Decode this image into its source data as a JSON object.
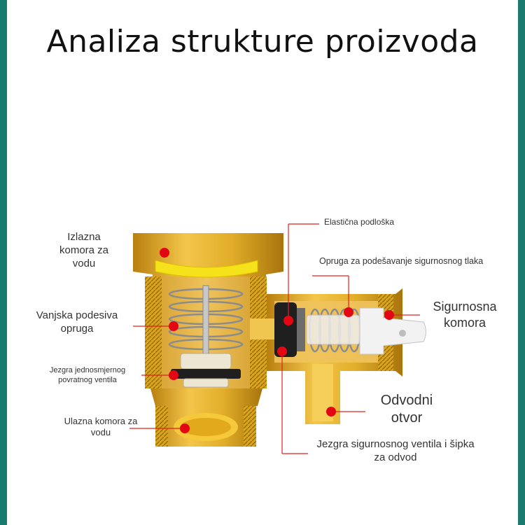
{
  "title": "Analiza strukture proizvoda",
  "colors": {
    "frame": "#1a7a6e",
    "brass": "#d9a41e",
    "brass_dark": "#a8740c",
    "seal_yellow": "#f6e21a",
    "marker": "#e30613",
    "leader": "#e2211c"
  },
  "labels": {
    "outlet_chamber": "Izlazna komora za vodu",
    "outer_spring": "Vanjska podesiva opruga",
    "check_valve_core": "Jezgra jednosmjernog povratnog ventila",
    "inlet_chamber": "Ulazna komora za vodu",
    "elastic_washer": "Elastična podloška",
    "safety_spring": "Opruga za podešavanje sigurnosnog tlaka",
    "safety_chamber": "Sigurnosna komora",
    "drain_port": "Odvodni otvor",
    "safety_core": "Jezgra sigurnosnog ventila i šipka za odvod"
  }
}
